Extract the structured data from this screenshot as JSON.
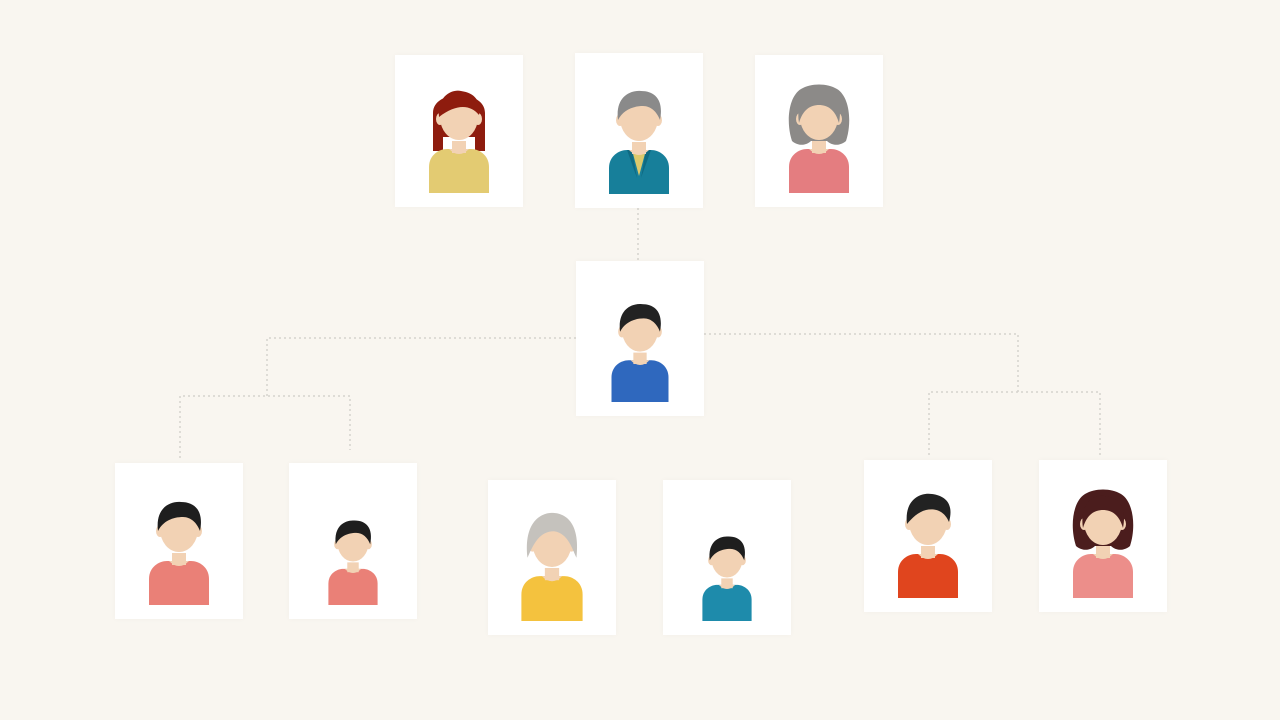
{
  "colors": {
    "background": "#f9f6f0",
    "card": "#ffffff",
    "skin": "#f2d2b4",
    "connector": "#d6d3cd"
  },
  "members": [
    {
      "id": "top-left-woman",
      "icon": "woman-red-hair-icon",
      "hair": "#8e1c0e",
      "hair_style": "bob",
      "shirt": "#e3cb72",
      "collar": "none"
    },
    {
      "id": "top-center-man",
      "icon": "man-teal-jacket-icon",
      "hair": "#8a8a8a",
      "hair_style": "short",
      "shirt": "#177f9a",
      "collar": "#dcc96c"
    },
    {
      "id": "top-right-woman",
      "icon": "woman-gray-hair-icon",
      "hair": "#8c8a88",
      "hair_style": "long",
      "shirt": "#e47d80",
      "collar": "none"
    },
    {
      "id": "center-person",
      "icon": "boy-blue-shirt-icon",
      "hair": "#222222",
      "hair_style": "short",
      "shirt": "#2f68be",
      "collar": "none"
    },
    {
      "id": "bottom-1",
      "icon": "man-pink-shirt-icon",
      "hair": "#1e1e1e",
      "hair_style": "short",
      "shirt": "#ea8077",
      "collar": "none"
    },
    {
      "id": "bottom-2",
      "icon": "child-pink-shirt-icon",
      "hair": "#1e1e1e",
      "hair_style": "short",
      "shirt": "#ea8077",
      "collar": "none"
    },
    {
      "id": "bottom-3",
      "icon": "elder-woman-yellow-icon",
      "hair": "#c5c2bd",
      "hair_style": "elder",
      "shirt": "#f4c23e",
      "collar": "none"
    },
    {
      "id": "bottom-4",
      "icon": "child-teal-shirt-icon",
      "hair": "#1e1e1e",
      "hair_style": "short",
      "shirt": "#1e8bab",
      "collar": "none"
    },
    {
      "id": "bottom-5",
      "icon": "man-orange-shirt-icon",
      "hair": "#222222",
      "hair_style": "swoop",
      "shirt": "#e0451e",
      "collar": "none"
    },
    {
      "id": "bottom-6",
      "icon": "woman-brown-hair-icon",
      "hair": "#4b1d1d",
      "hair_style": "long",
      "shirt": "#ec8e8a",
      "collar": "none"
    }
  ]
}
